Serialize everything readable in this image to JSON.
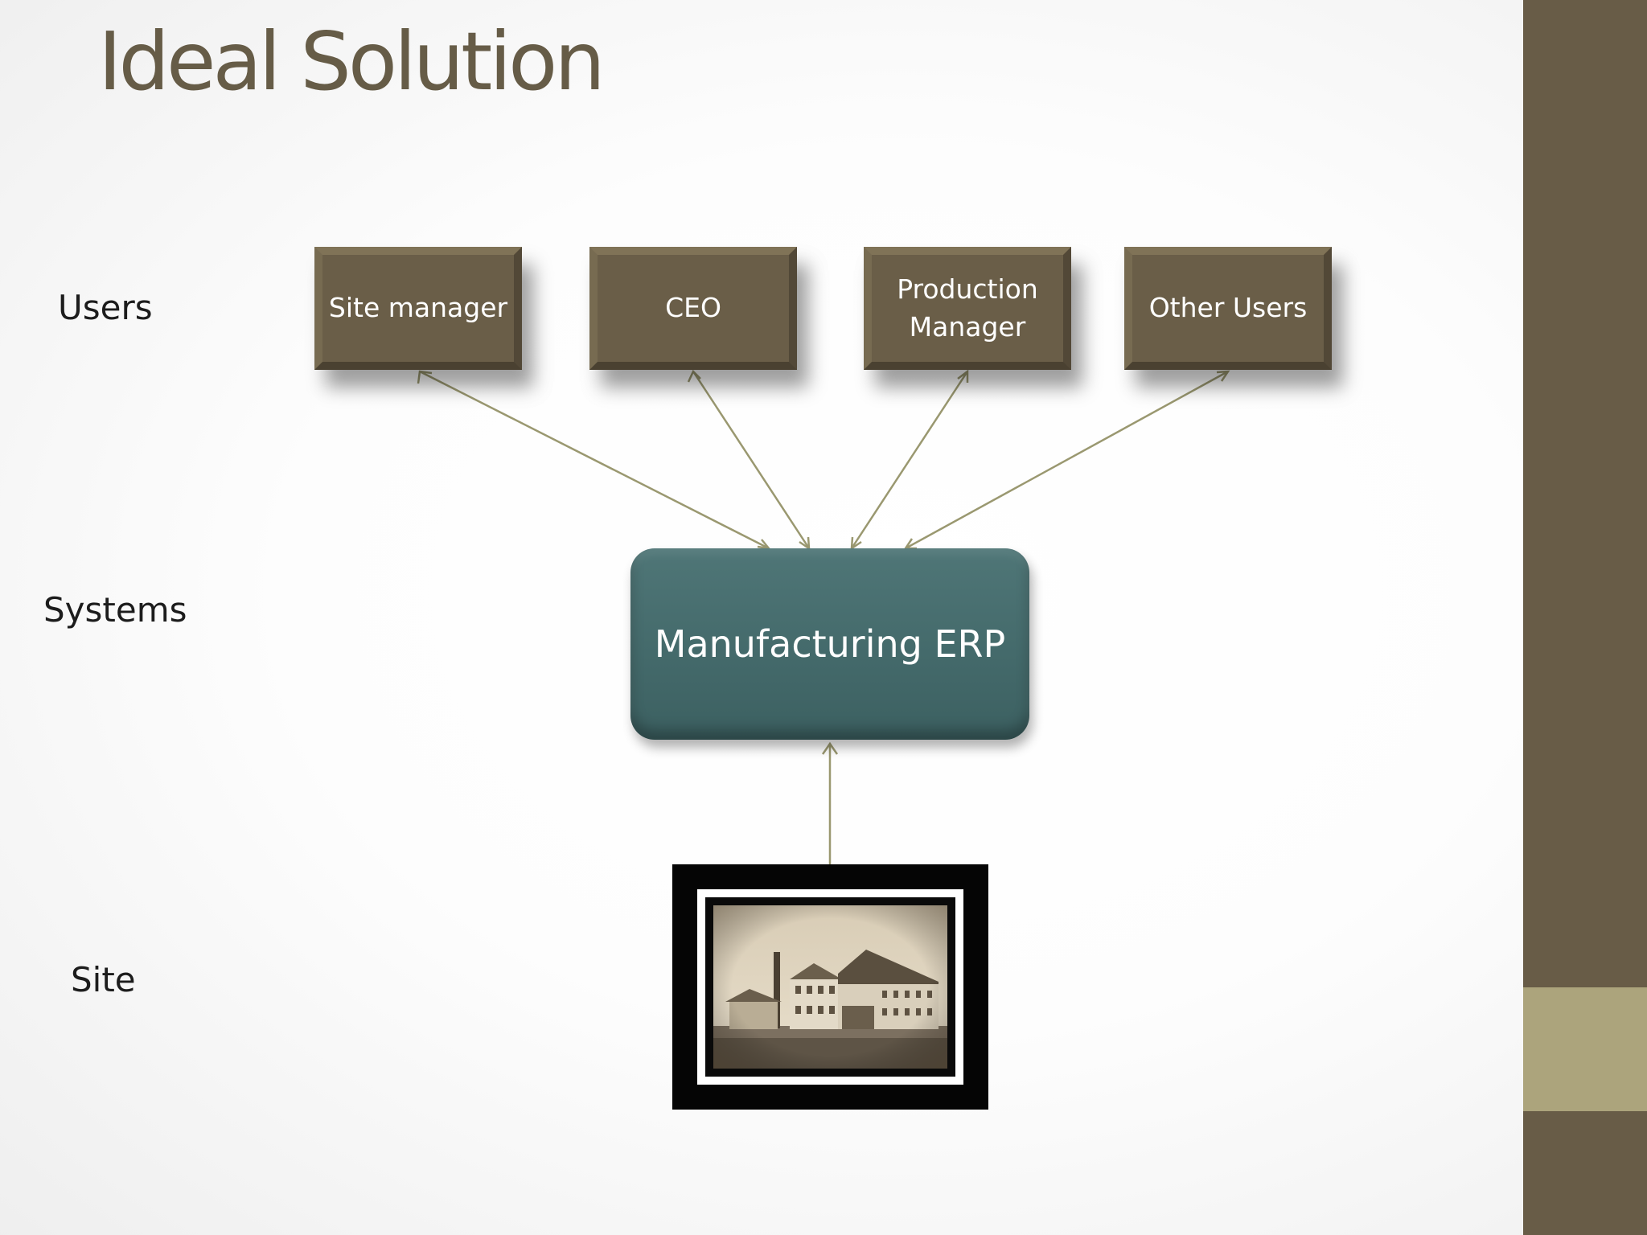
{
  "slide": {
    "title": "Ideal Solution",
    "row_labels": {
      "users": "Users",
      "systems": "Systems",
      "site": "Site"
    },
    "users": [
      {
        "label": "Site manager"
      },
      {
        "label": "CEO"
      },
      {
        "label": "Production\nManager"
      },
      {
        "label": "Other Users"
      }
    ],
    "system": {
      "label": "Manufacturing ERP"
    },
    "site": {
      "image": "factory-photo"
    },
    "colors": {
      "user_box": "#6a5e48",
      "erp_box": "#466c6d",
      "connector": "#9a9870",
      "side_bar": "#685c47",
      "side_accent": "#aca47c",
      "title": "#665c47"
    }
  }
}
